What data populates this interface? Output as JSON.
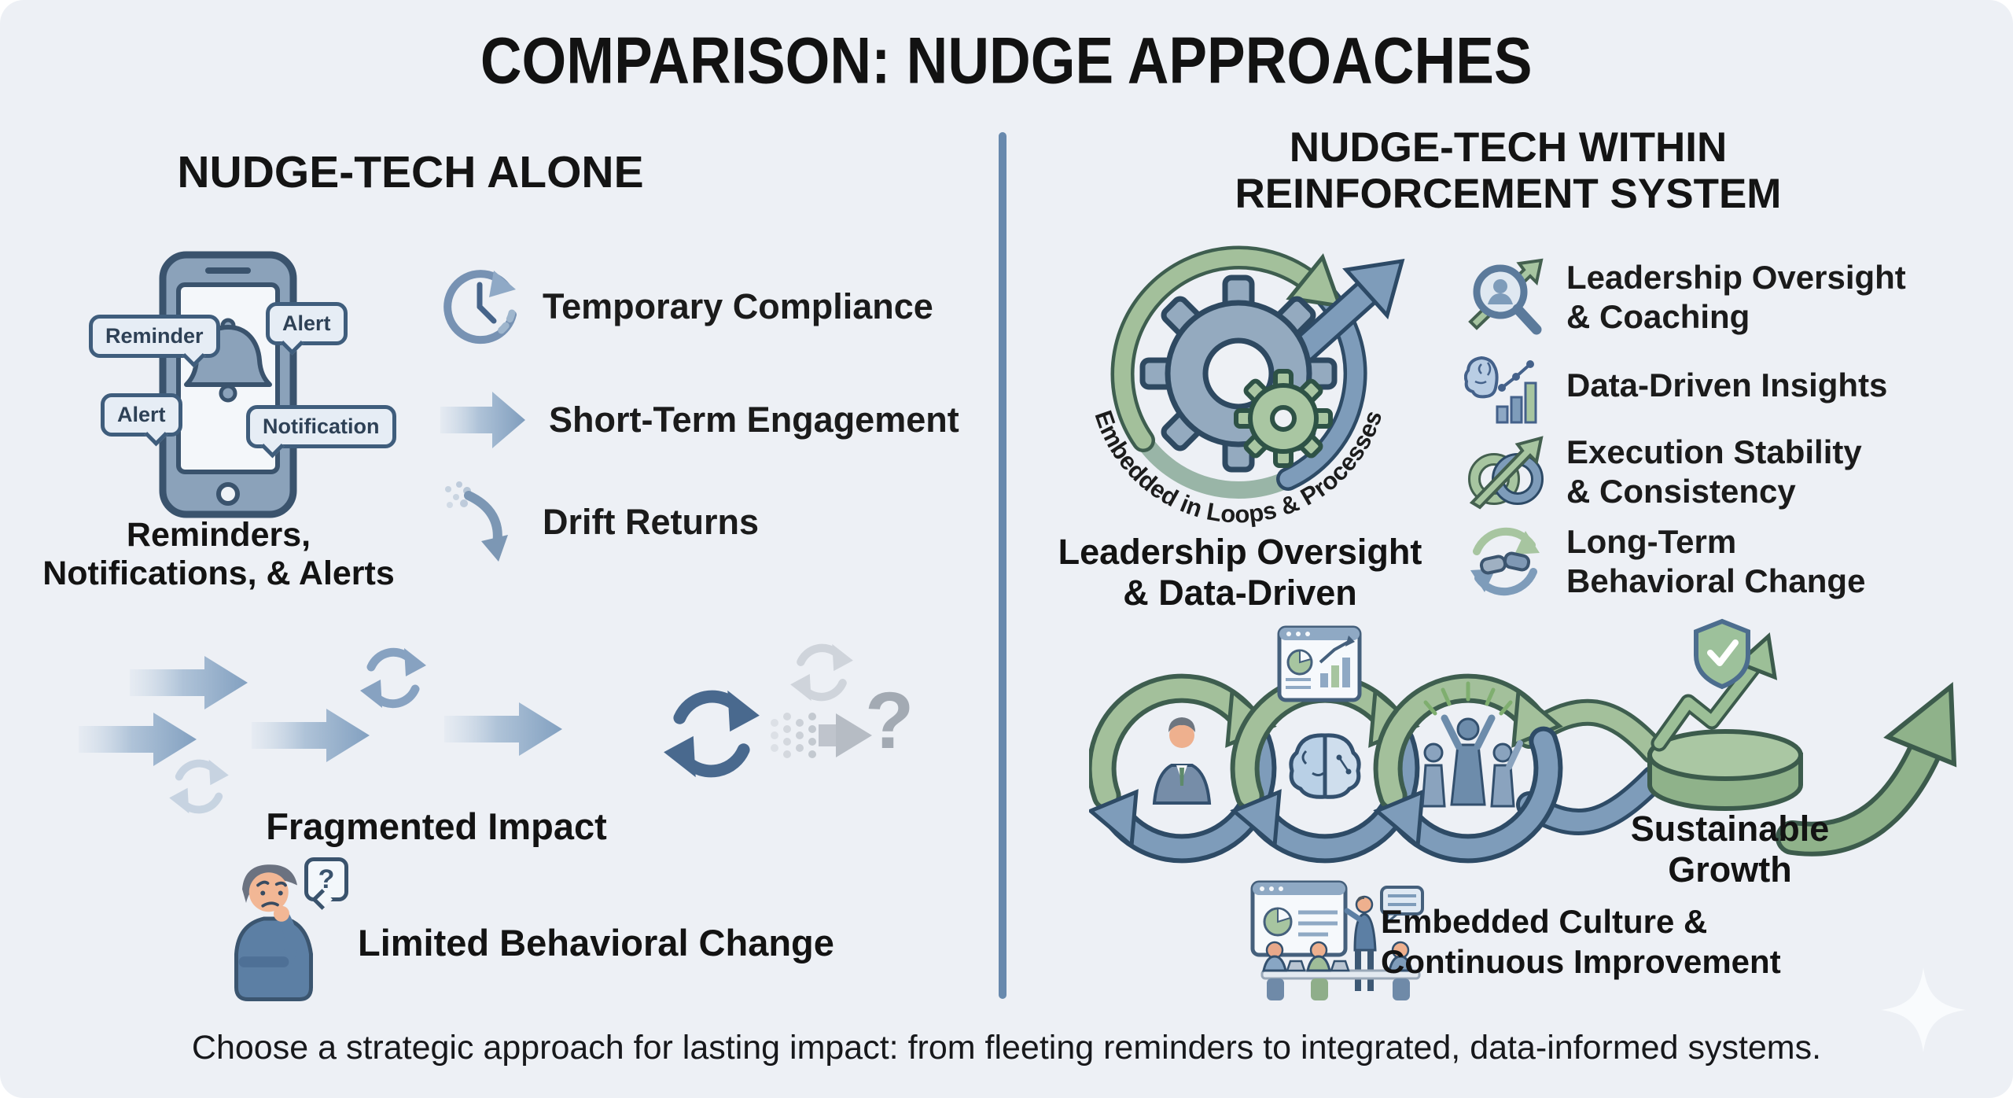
{
  "title": "COMPARISON: NUDGE APPROACHES",
  "footer": "Choose a strategic approach for lasting impact: from fleeting reminders to integrated, data-informed systems.",
  "colors": {
    "background": "#edf0f5",
    "ink": "#161616",
    "divider": "#6889ad",
    "steel_blue": "#7e9cba",
    "green": "#a3c09b",
    "faded_gray": "#9aa2ac"
  },
  "left": {
    "header": "NUDGE-TECH ALONE",
    "phone": {
      "bubble_reminder": "Reminder",
      "bubble_alert_top": "Alert",
      "bubble_alert_bottom": "Alert",
      "bubble_notification": "Notification",
      "caption_line1": "Reminders,",
      "caption_line2": "Notifications, & Alerts"
    },
    "items": [
      {
        "icon": "clock-cycle-icon",
        "label": "Temporary Compliance"
      },
      {
        "icon": "right-arrow-icon",
        "label": "Short-Term Engagement"
      },
      {
        "icon": "drift-arrow-icon",
        "label": "Drift Returns"
      }
    ],
    "flow_question": "?",
    "flow_caption": "Fragmented Impact",
    "person_question": "?",
    "limited_caption": "Limited Behavioral Change"
  },
  "right": {
    "header_line1": "NUDGE-TECH WITHIN",
    "header_line2": "REINFORCEMENT SYSTEM",
    "loop_text": "Embedded in Loops & Processes",
    "loop_caption_line1": "Leadership Oversight",
    "loop_caption_line2": "& Data-Driven",
    "items": [
      {
        "icon": "leader-magnifier-icon",
        "line1": "Leadership Oversight",
        "line2": "& Coaching"
      },
      {
        "icon": "brain-chart-icon",
        "line1": "Data-Driven Insights",
        "line2": ""
      },
      {
        "icon": "linked-rings-icon",
        "line1": "Execution Stability",
        "line2": "& Consistency"
      },
      {
        "icon": "handshake-cycle-icon",
        "line1": "Long-Term",
        "line2": "Behavioral Change"
      }
    ],
    "sustainable_line1": "Sustainable",
    "sustainable_line2": "Growth",
    "embedded_line1": "Embedded Culture &",
    "embedded_line2": "Continuous Improvement"
  }
}
